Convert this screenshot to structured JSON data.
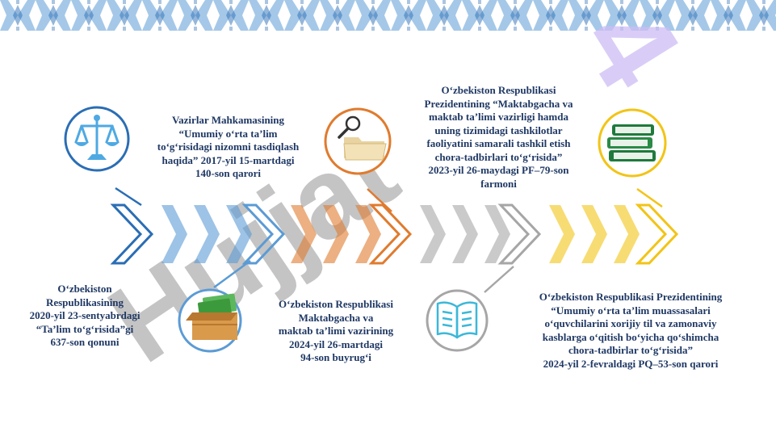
{
  "watermark": {
    "text": "Hujjat",
    "number": "4",
    "colors": {
      "text": "#8a8a8a",
      "number": "#cdbdf5"
    }
  },
  "timeline": {
    "colors": {
      "blue": "#2a6db5",
      "light_blue": "#5b9bd5",
      "orange": "#e07b2e",
      "gray": "#a6a6a6",
      "yellow": "#f2c416"
    },
    "milestones": [
      {
        "id": "law-2020",
        "icon": "scales-of-justice-icon",
        "lines": [
          "O‘zbekiston",
          "Respublikasining",
          "2020-yil 23-sentyabrdagi",
          "“Ta’lim to‘g‘risida”gi",
          "637-son qonuni"
        ]
      },
      {
        "id": "cabinet-2017",
        "icon": "open-box-icon",
        "lines": [
          "Vazirlar Mahkamasining",
          "“Umumiy o‘rta ta’lim",
          "to‘g‘risidagi nizomni tasdiqlash",
          "haqida” 2017-yil 15-martdagi",
          "140-son qarori"
        ]
      },
      {
        "id": "minister-order-2024",
        "icon": "folder-search-icon",
        "lines": [
          "O‘zbekiston Respublikasi",
          "Maktabgacha va",
          "maktab ta’limi vazirining",
          "2024-yil 26-martdagi",
          "94-son buyrug‘i"
        ]
      },
      {
        "id": "decree-2023",
        "icon": "open-book-icon",
        "lines": [
          "O‘zbekiston Respublikasi",
          "Prezidentining “Maktabgacha va",
          "maktab ta’limi vazirligi hamda",
          "uning tizimidagi tashkilotlar",
          "faoliyatini samarali tashkil etish",
          "chora-tadbirlari to‘g‘risida”",
          "2023-yil 26-maydagi PF–79-son",
          "farmoni"
        ]
      },
      {
        "id": "resolution-2024",
        "icon": "book-stack-icon",
        "lines": [
          "O‘zbekiston Respublikasi Prezidentining",
          "“Umumiy o‘rta ta’lim muassasalari",
          "o‘quvchilarini xorijiy til va zamonaviy",
          "kasblarga o‘qitish bo‘yicha qo‘shimcha",
          "chora-tadbirlar to‘g‘risida”",
          "2024-yil 2-fevraldagi PQ–53-son qarori"
        ]
      }
    ]
  }
}
